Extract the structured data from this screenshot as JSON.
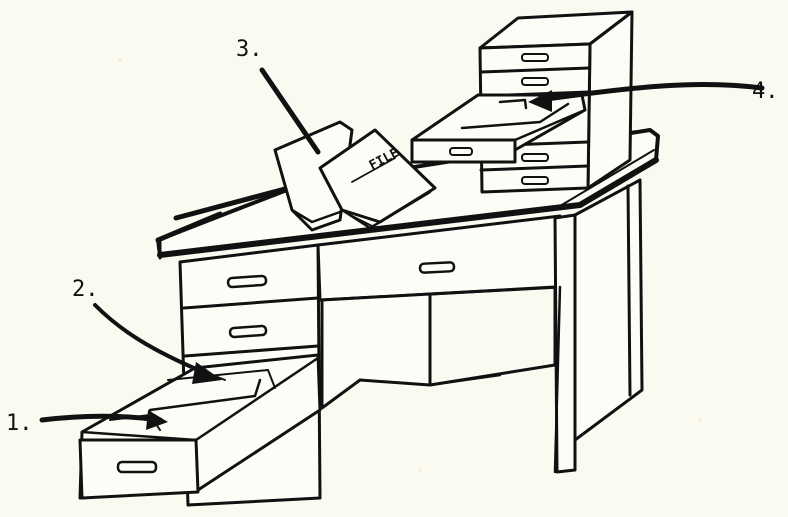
{
  "labels": {
    "one": "1.",
    "two": "2.",
    "three": "3.",
    "four": "4."
  },
  "file_folder": {
    "title": "FILE"
  },
  "colors": {
    "paper": "#fbfaf1",
    "ink": "#111111"
  }
}
